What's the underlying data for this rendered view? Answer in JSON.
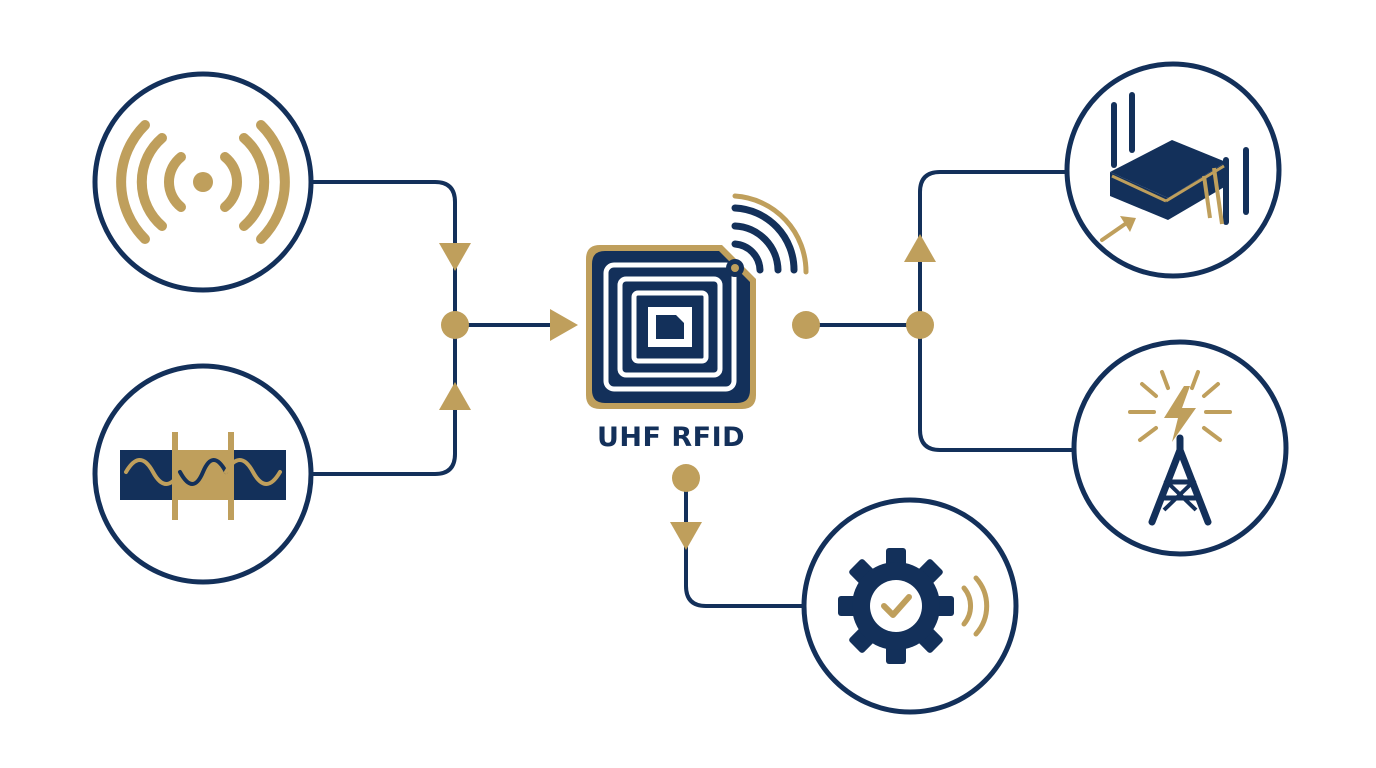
{
  "center": {
    "label": "UHF RFID",
    "label_name": "uhf-rfid-label"
  },
  "nodes": [
    {
      "id": "signal-emitter",
      "icon": "radio-waves-icon"
    },
    {
      "id": "modulated-signal",
      "icon": "sine-wave-signal-icon"
    },
    {
      "id": "rfid-reader",
      "icon": "router-reader-icon"
    },
    {
      "id": "cell-tower",
      "icon": "antenna-tower-icon"
    },
    {
      "id": "processing",
      "icon": "gear-check-icon"
    }
  ],
  "colors": {
    "navy": "#13305a",
    "gold": "#bf9f5c",
    "background": "#ffffff"
  }
}
